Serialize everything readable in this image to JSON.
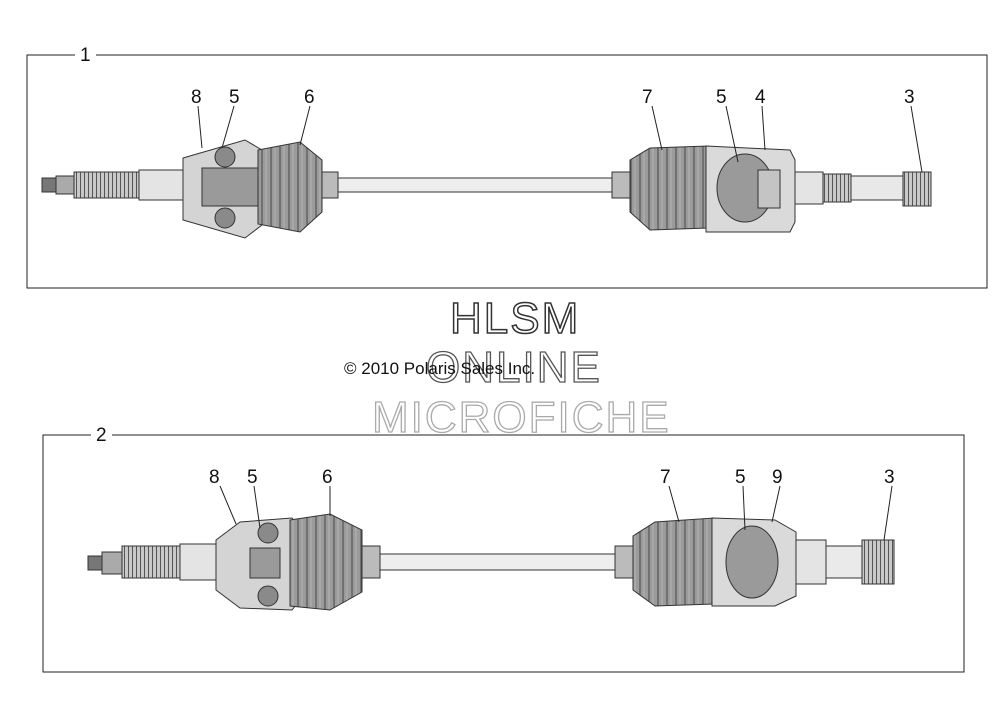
{
  "assemblies": [
    {
      "group_label": "1",
      "callouts": [
        "8",
        "5",
        "6",
        "7",
        "5",
        "4",
        "3"
      ]
    },
    {
      "group_label": "2",
      "callouts": [
        "8",
        "5",
        "6",
        "7",
        "5",
        "9",
        "3"
      ]
    }
  ],
  "watermark": {
    "line1": "HLSM",
    "line2": "ONLINE",
    "line3": "MICROFICHE"
  },
  "copyright": "© 2010 Polaris Sales Inc.",
  "colors": {
    "line": "#222222",
    "boot_fill": "#8a8a8a",
    "housing_fill": "#cfcfcf",
    "spline_fill": "#9a9a9a",
    "shaft_fill": "#e6e6e6"
  }
}
